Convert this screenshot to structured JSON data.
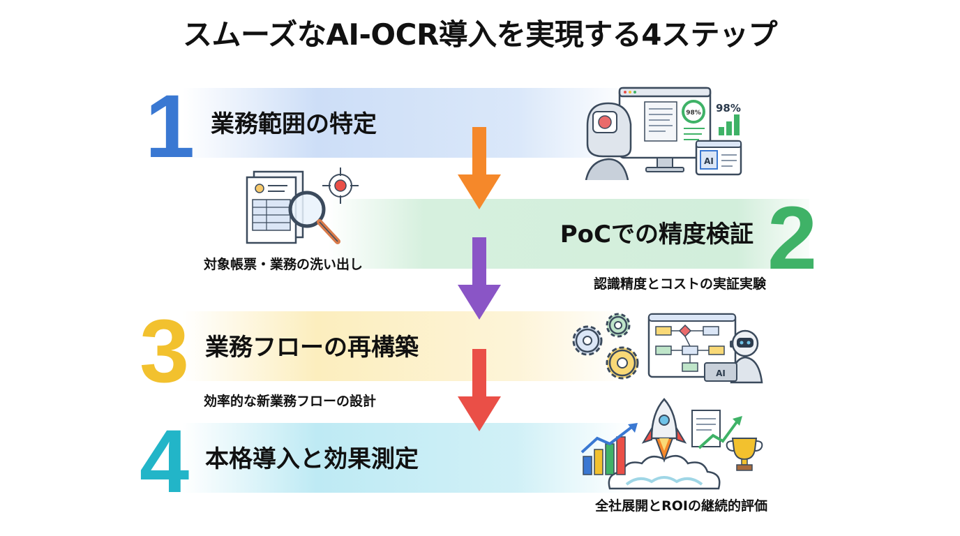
{
  "title": "スムーズなAI-OCR導入を実現する4ステップ",
  "steps": [
    {
      "number": "1",
      "title": "業務範囲の特定",
      "subtitle": "対象帳票・業務の洗い出し",
      "color": "#3a78d2"
    },
    {
      "number": "2",
      "title": "PoCでの精度検証",
      "subtitle": "認識精度とコストの実証実験",
      "color": "#3fb267"
    },
    {
      "number": "3",
      "title": "業務フローの再構築",
      "subtitle": "効率的な新業務フローの設計",
      "color": "#f2c12e"
    },
    {
      "number": "4",
      "title": "本格導入と効果測定",
      "subtitle": "全社展開とROIの継続的評価",
      "color": "#22b5c8"
    }
  ],
  "arrows": [
    {
      "color": "#f5882a"
    },
    {
      "color": "#8a55c6"
    },
    {
      "color": "#ea4f47"
    }
  ],
  "illustrations": {
    "ai_screen": {
      "percent_label": "98%",
      "big_percent": "98%",
      "ai_label": "AI"
    },
    "flow_robot": {
      "ai_label": "AI"
    }
  },
  "icons": [
    "robot-ai-screen-icon",
    "document-magnifier-icon",
    "target-icon",
    "gears-icon",
    "flowchart-icon",
    "robot-laptop-icon",
    "rocket-launch-icon",
    "growth-chart-icon",
    "trophy-icon"
  ]
}
